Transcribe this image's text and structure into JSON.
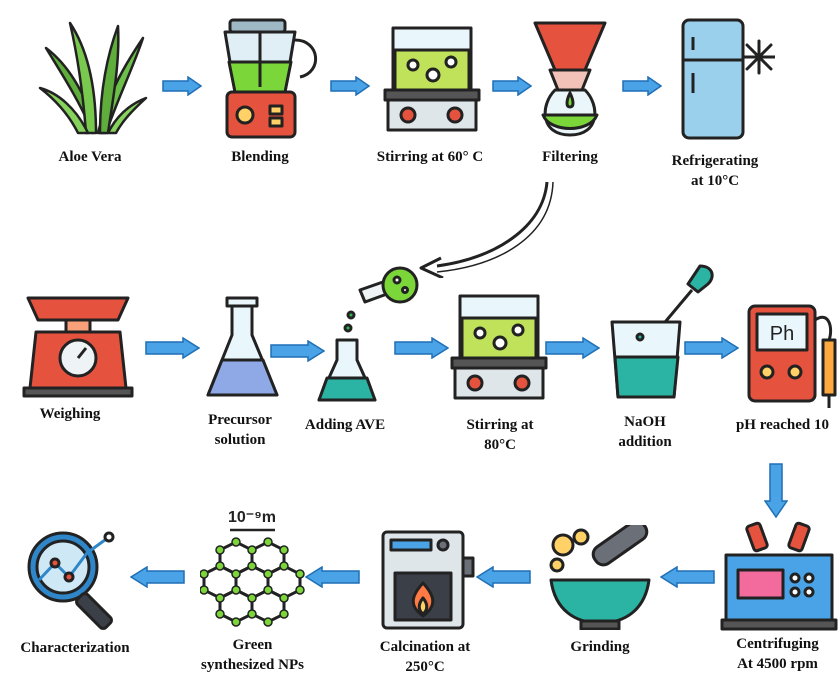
{
  "steps": [
    {
      "id": "aloe",
      "label": [
        "Aloe Vera"
      ]
    },
    {
      "id": "blending",
      "label": [
        "Blending"
      ]
    },
    {
      "id": "stirring60",
      "label": [
        "Stirring at 60° C"
      ]
    },
    {
      "id": "filtering",
      "label": [
        "Filtering"
      ]
    },
    {
      "id": "refrigerating",
      "label": [
        "Refrigerating",
        "at 10°C"
      ]
    },
    {
      "id": "weighing",
      "label": [
        "Weighing"
      ]
    },
    {
      "id": "precursor",
      "label": [
        "Precursor",
        "solution"
      ]
    },
    {
      "id": "adding",
      "label": [
        "Adding AVE"
      ]
    },
    {
      "id": "stirring80",
      "label": [
        "Stirring at",
        "80°C"
      ]
    },
    {
      "id": "naoh",
      "label": [
        "NaOH",
        "addition"
      ]
    },
    {
      "id": "ph",
      "label": [
        "pH reached 10"
      ]
    },
    {
      "id": "centrifuging",
      "label": [
        "Centrifuging",
        "At 4500 rpm"
      ]
    },
    {
      "id": "grinding",
      "label": [
        "Grinding"
      ]
    },
    {
      "id": "calcination",
      "label": [
        "Calcination at",
        "250°C"
      ]
    },
    {
      "id": "green",
      "label": [
        "Green",
        "synthesized NPs"
      ]
    },
    {
      "id": "characterization",
      "label": [
        "Characterization"
      ]
    }
  ],
  "icon_text": {
    "ph_display": "Ph",
    "scale_unit": "10⁻⁹m"
  },
  "colors": {
    "arrow_blue": "#4aa3e6",
    "arrow_blue_dark": "#1f6fb5",
    "liquid_green": "#7bd63a",
    "liquid_teal": "#2bb3a3",
    "red": "#e5533f",
    "outline": "#222222"
  }
}
